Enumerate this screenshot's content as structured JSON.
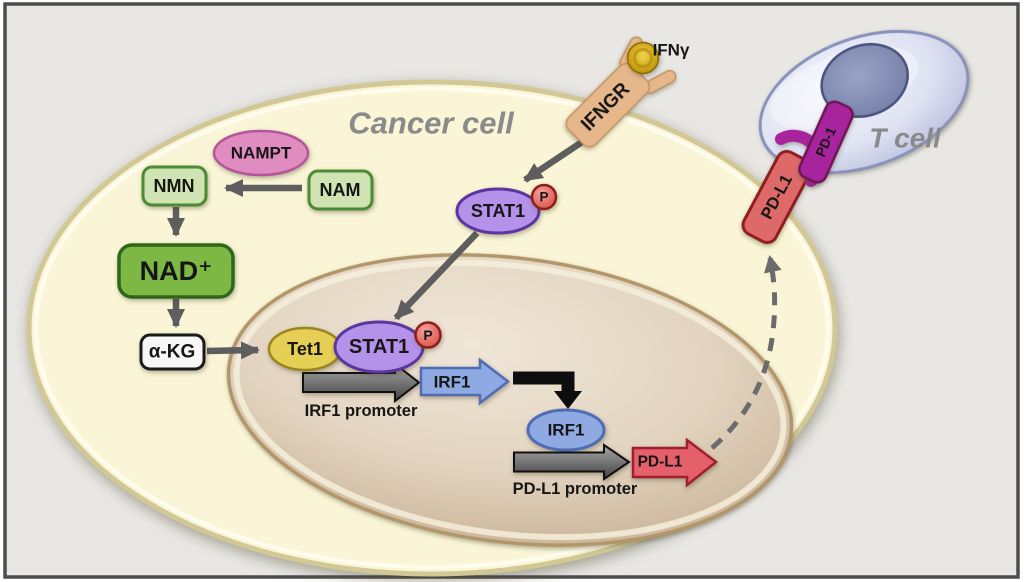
{
  "figure": {
    "type": "pathway-diagram",
    "description": "NAD metabolism and IFN gamma signaling driving PD-L1 expression in a cancer cell engaging PD-1 on a T cell",
    "labels": {
      "cancer_cell": "Cancer cell",
      "t_cell": "T cell",
      "nampt": "NAMPT",
      "nmn": "NMN",
      "nam": "NAM",
      "nad": "NAD⁺",
      "akg": "α-KG",
      "tet1": "Tet1",
      "stat1": "STAT1",
      "phospho": "P",
      "ifngr": "IFNGR",
      "ifng": "IFNγ",
      "irf1": "IRF1",
      "irf1_promoter": "IRF1 promoter",
      "pdl1": "PD-L1",
      "pdl1_promoter": "PD-L1 promoter",
      "pd1": "PD-1"
    },
    "colors": {
      "background": "#e8e7e4",
      "frame_border": "#4d4d4d",
      "cancer_cell_fill": "#f9f5d6",
      "cancer_cell_stroke": "#d2c896",
      "nucleus_stroke": "#b2966a",
      "nampt_pink": "#e18cc1",
      "nampt_stroke": "#b4569a",
      "nmn_nam_green": "#cfe3b3",
      "green_stroke": "#4c8a33",
      "nad_green": "#7db844",
      "nad_stroke": "#2f6618",
      "akg_white": "#f7f7f7",
      "tet1_gold": "#e6cf55",
      "tet1_stroke": "#9c851f",
      "stat1_purple": "#b592e9",
      "stat1_stroke": "#5c35a0",
      "phospho_red": "#e4726d",
      "phospho_stroke": "#8e1f16",
      "ifngr_tan": "#e7b78c",
      "ifngr_stroke": "#c3945f",
      "ifng_gold": "#d2a91a",
      "irf1_blue": "#8fa9e2",
      "irf1_stroke": "#4f6cb5",
      "pdl1_red": "#e4606a",
      "pdl1_gene_stroke": "#a01f2d",
      "pdl1_membrane_red": "#dd6a69",
      "pdl1_membrane_stroke": "#8f1f1f",
      "pd1_magenta": "#a8249c",
      "pd1_stroke": "#701458",
      "arrow_gray": "#5e5e5e",
      "dashed_gray": "#6b6b6b",
      "label_gray": "#8a8a8a",
      "black_arrow": "#0d0d0d"
    }
  }
}
